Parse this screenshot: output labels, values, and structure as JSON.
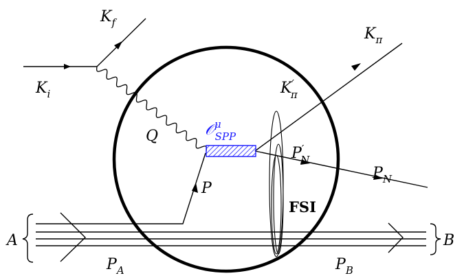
{
  "labels": {
    "k_f": {
      "main": "K",
      "sub": "f"
    },
    "k_i": {
      "main": "K",
      "sub": "i"
    },
    "q": "Q",
    "operator": {
      "main": "𝒪",
      "sup": "μ",
      "sub": "SPP"
    },
    "p": "P",
    "k_pi_prime": {
      "main": "K",
      "sup": "′",
      "sub": "π"
    },
    "k_pi": {
      "main": "K",
      "sub": "π"
    },
    "p_n_prime": {
      "main": "P",
      "sup": "′",
      "sub": "N"
    },
    "p_n": {
      "main": "P",
      "sub": "N"
    },
    "fsi": "FSI",
    "a": "A",
    "b": "B",
    "p_a": {
      "main": "P",
      "sub": "A"
    },
    "p_b": {
      "main": "P",
      "sub": "B"
    }
  },
  "colors": {
    "line": "#000000",
    "operator": "#1a1aff"
  }
}
